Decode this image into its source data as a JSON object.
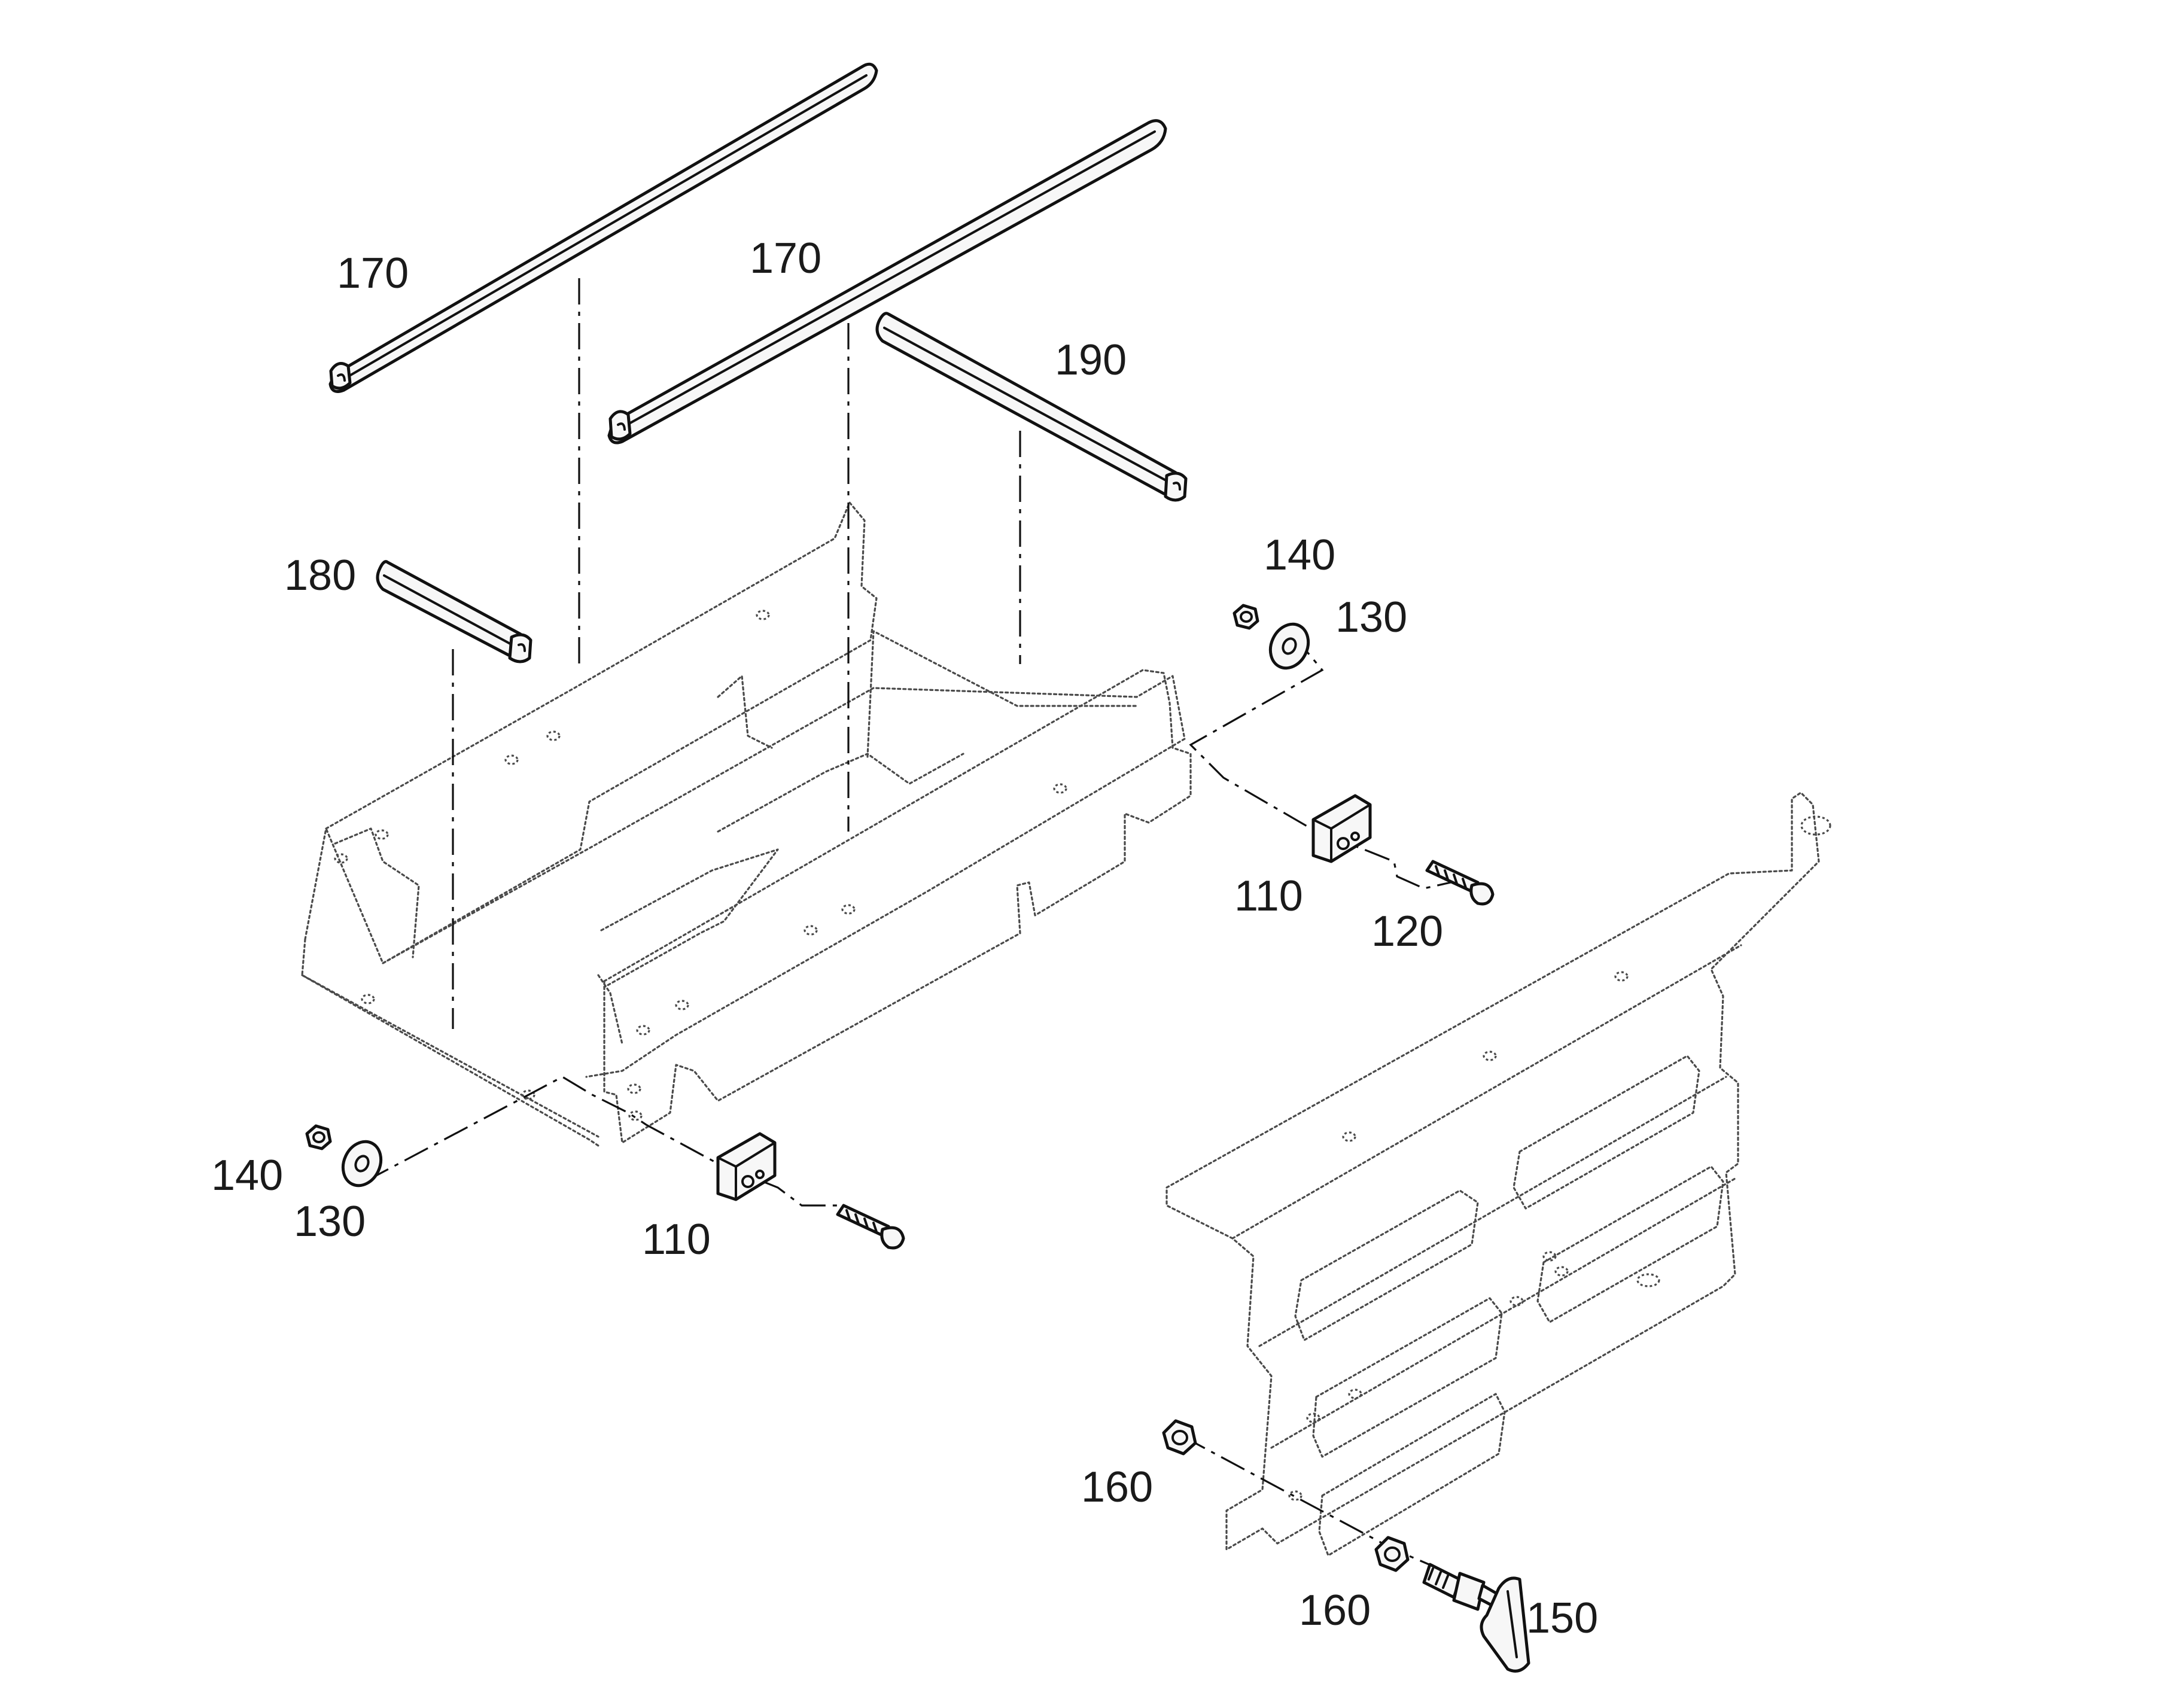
{
  "callouts": {
    "c170a": "170",
    "c170b": "170",
    "c190": "190",
    "c180": "180",
    "c140a": "140",
    "c130a": "130",
    "c110a": "110",
    "c120": "120",
    "c140b": "140",
    "c130b": "130",
    "c110b": "110",
    "c160a": "160",
    "c160b": "160",
    "c150": "150"
  }
}
